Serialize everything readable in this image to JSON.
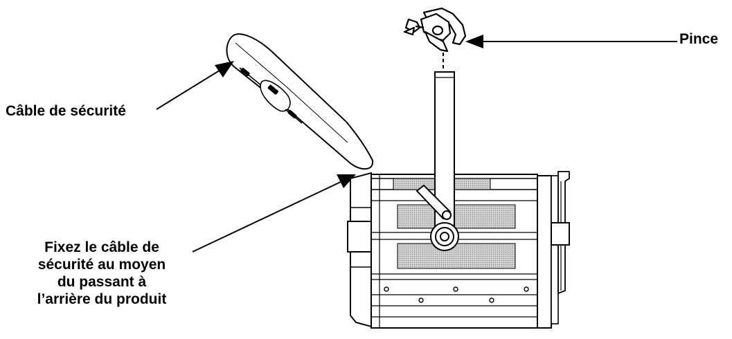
{
  "labels": {
    "pince": "Pince",
    "safety_cable": "Câble de sécurité",
    "attach_instruction": [
      "Fixez le câble de",
      "sécurité au moyen",
      "du passant à",
      "l’arrière du produit"
    ]
  },
  "colors": {
    "line": "#000000",
    "grille": "#b8b8b8",
    "background": "#ffffff"
  },
  "icons": [
    "clamp-icon",
    "safety-cable-icon",
    "fixture-icon",
    "yoke-icon"
  ]
}
